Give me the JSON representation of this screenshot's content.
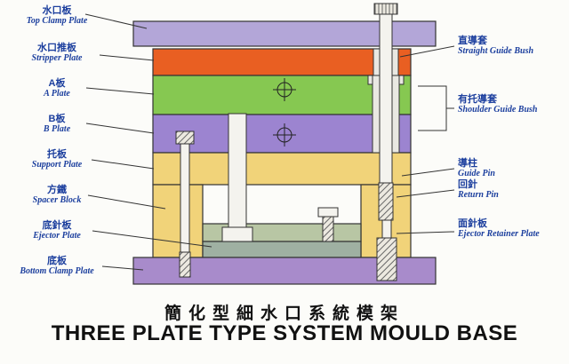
{
  "title": {
    "chinese": "簡化型細水口系統模架",
    "english": "THREE PLATE TYPE SYSTEM MOULD BASE"
  },
  "left_labels": {
    "top_clamp": {
      "zh": "水口板",
      "en": "Top Clamp Plate"
    },
    "stripper": {
      "zh": "水口推板",
      "en": "Stripper Plate"
    },
    "a_plate": {
      "zh": "A板",
      "en": "A Plate"
    },
    "b_plate": {
      "zh": "B板",
      "en": "B Plate"
    },
    "support": {
      "zh": "托板",
      "en": "Support Plate"
    },
    "spacer": {
      "zh": "方鐵",
      "en": "Spacer Block"
    },
    "ejector": {
      "zh": "底針板",
      "en": "Ejector Plate"
    },
    "bottom_clamp": {
      "zh": "底板",
      "en": "Bottom Clamp Plate"
    }
  },
  "right_labels": {
    "straight_guide_bush": {
      "zh": "直導套",
      "en": "Straight Guide Bush"
    },
    "shoulder_guide_bush": {
      "zh": "有托導套",
      "en": "Shoulder Guide Bush"
    },
    "guide_pin": {
      "zh": "導柱",
      "en": "Guide Pin"
    },
    "return_pin": {
      "zh": "回針",
      "en": "Return Pin"
    },
    "ejector_retainer": {
      "zh": "面針板",
      "en": "Ejector Retainer Plate"
    }
  },
  "colors": {
    "label_text": "#1c3f9e",
    "title_text": "#111111",
    "leader_line": "#333333",
    "top_clamp_plate": "#b3a6d8",
    "stripper_plate": "#e95f22",
    "a_plate": "#86c851",
    "b_plate": "#9c84d0",
    "support_plate": "#f1d379",
    "spacer_block": "#f1d379",
    "ejector_retainer_plate": "#b8c6a4",
    "ejector_plate": "#9fb0a2",
    "bottom_clamp_plate": "#a88bcb",
    "metal": "#f4f3ee",
    "bush": "#e9e8e2"
  }
}
